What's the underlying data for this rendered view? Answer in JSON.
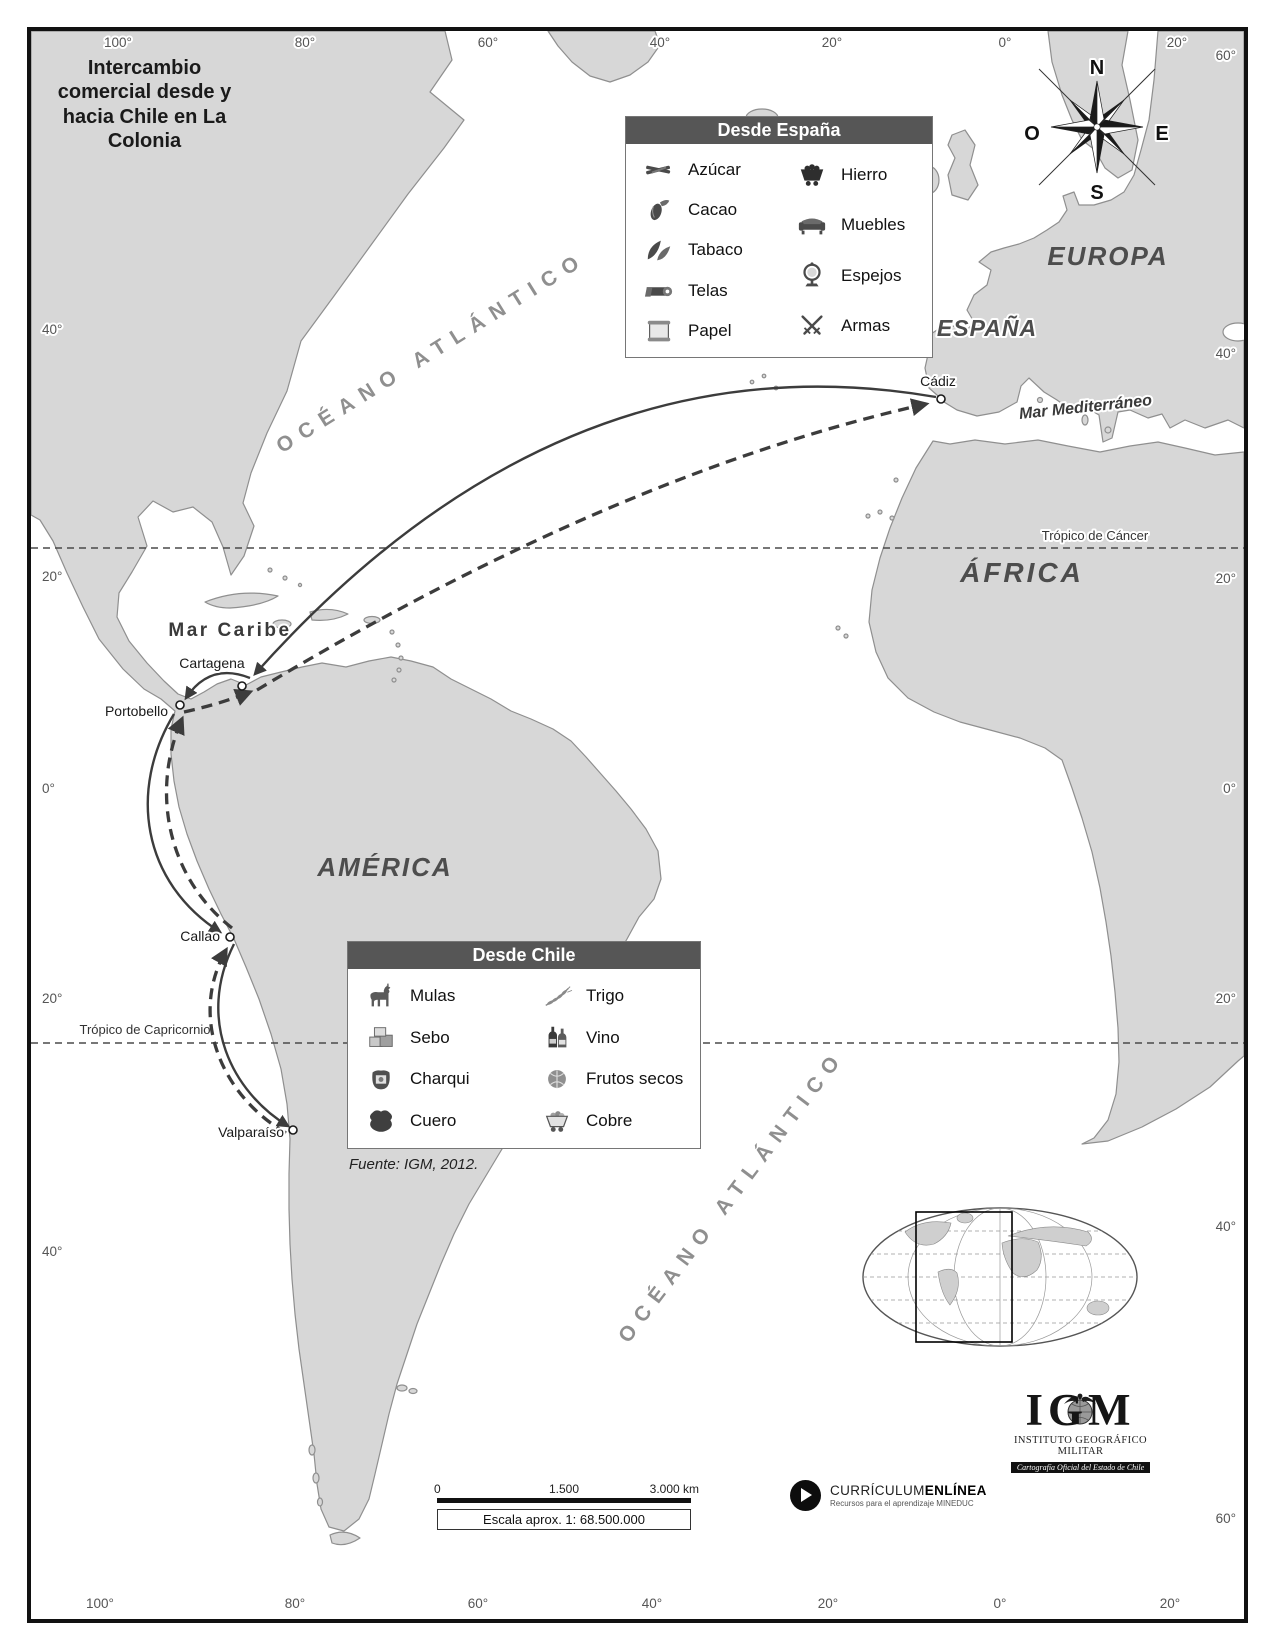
{
  "title": "Intercambio comercial desde y hacia Chile en La Colonia",
  "compass": {
    "north": "N",
    "south": "S",
    "east": "E",
    "west": "O"
  },
  "geo_labels": {
    "ocean_atlantic_north": "OCÉANO ATLÁNTICO",
    "ocean_atlantic_south": "OCÉANO ATLÁNTICO",
    "europe": "EUROPA",
    "spain": "ESPAÑA",
    "africa": "ÁFRICA",
    "america": "AMÉRICA",
    "caribbean_sea": "Mar Caribe",
    "mediterranean_sea": "Mar Mediterráneo",
    "tropic_of_cancer": "Trópico de Cáncer",
    "tropic_of_capricorn": "Trópico de Capricornio"
  },
  "cities": [
    {
      "name": "Cádiz"
    },
    {
      "name": "Cartagena"
    },
    {
      "name": "Portobello"
    },
    {
      "name": "Callao"
    },
    {
      "name": "Valparaíso"
    }
  ],
  "graticule": {
    "top": [
      "100°",
      "80°",
      "60°",
      "40°",
      "20°",
      "0°",
      "20°"
    ],
    "bottom": [
      "100°",
      "80°",
      "60°",
      "40°",
      "20°",
      "0°",
      "20°"
    ],
    "left": [
      "40°",
      "20°",
      "0°",
      "20°",
      "40°"
    ],
    "right": [
      "60°",
      "40°",
      "20°",
      "0°",
      "20°",
      "40°",
      "60°"
    ]
  },
  "legend_spain": {
    "title": "Desde España",
    "items_left": [
      {
        "label": "Azúcar",
        "icon": "sugar-cane-icon"
      },
      {
        "label": "Cacao",
        "icon": "cacao-pod-icon"
      },
      {
        "label": "Tabaco",
        "icon": "tobacco-leaf-icon"
      },
      {
        "label": "Telas",
        "icon": "fabric-roll-icon"
      },
      {
        "label": "Papel",
        "icon": "paper-scroll-icon"
      }
    ],
    "items_right": [
      {
        "label": "Hierro",
        "icon": "iron-cart-icon"
      },
      {
        "label": "Muebles",
        "icon": "furniture-sofa-icon"
      },
      {
        "label": "Espejos",
        "icon": "mirror-icon"
      },
      {
        "label": "Armas",
        "icon": "crossed-swords-icon"
      }
    ]
  },
  "legend_chile": {
    "title": "Desde Chile",
    "items_left": [
      {
        "label": "Mulas",
        "icon": "mule-icon"
      },
      {
        "label": "Sebo",
        "icon": "tallow-blocks-icon"
      },
      {
        "label": "Charqui",
        "icon": "charqui-bale-icon"
      },
      {
        "label": "Cuero",
        "icon": "leather-hide-icon"
      }
    ],
    "items_right": [
      {
        "label": "Trigo",
        "icon": "wheat-icon"
      },
      {
        "label": "Vino",
        "icon": "wine-bottles-icon"
      },
      {
        "label": "Frutos secos",
        "icon": "dried-fruits-icon"
      },
      {
        "label": "Cobre",
        "icon": "copper-cart-icon"
      }
    ]
  },
  "source_note": "Fuente: IGM, 2012.",
  "scale_bar": {
    "ticks": [
      "0",
      "1.500",
      "3.000 km"
    ],
    "text": "Escala aprox. 1: 68.500.000"
  },
  "logos": {
    "curriculum": {
      "name_regular": "CURRÍCULUM",
      "name_bold": "ENLÍNEA",
      "tagline": "Recursos para el aprendizaje MINEDUC"
    },
    "igm": {
      "acronym": "IGM",
      "name": "INSTITUTO GEOGRÁFICO MILITAR",
      "tagline": "Cartografía Oficial del Estado de Chile"
    }
  }
}
